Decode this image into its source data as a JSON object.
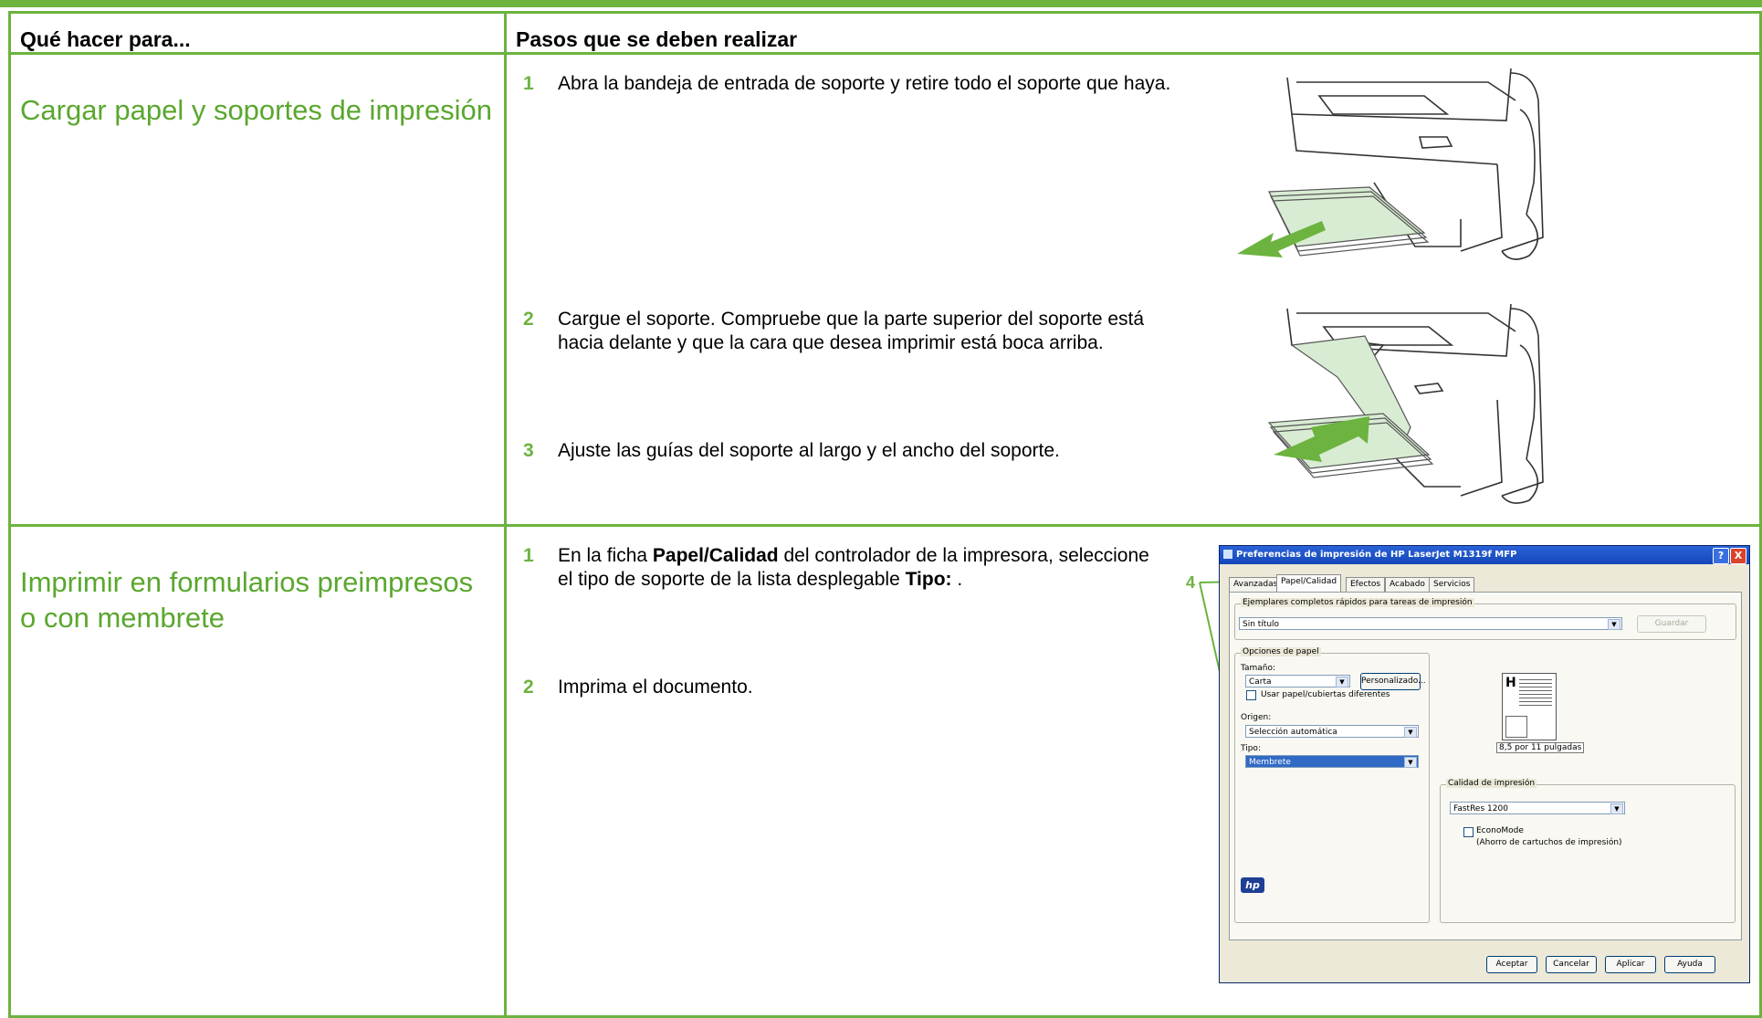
{
  "header": {
    "col1": "Qué hacer para...",
    "col2": "Pasos que se deben realizar"
  },
  "rows": [
    {
      "task": "Cargar papel y soportes de impresión",
      "steps": [
        {
          "num": "1",
          "text": "Abra la bandeja de entrada de soporte y retire todo el soporte que haya."
        },
        {
          "num": "2",
          "text": "Cargue el soporte. Compruebe que la parte superior del soporte está hacia delante y que la cara que desea imprimir está boca arriba."
        },
        {
          "num": "3",
          "text": "Ajuste las guías del soporte al largo y el ancho del soporte."
        }
      ]
    },
    {
      "task": "Imprimir en formularios preimpresos o con membrete",
      "steps": [
        {
          "num": "1",
          "text_before": "En la ficha ",
          "bold1": "Papel/Calidad",
          "text_mid": " del controlador de la impresora, seleccione el tipo de soporte de la lista desplegable ",
          "bold2": "Tipo:",
          "text_after": " ."
        },
        {
          "num": "2",
          "text": "Imprima el documento."
        }
      ]
    }
  ],
  "callout": "4",
  "dialog": {
    "title": "Preferencias de impresión de HP LaserJet M1319f MFP",
    "help_btn": "?",
    "close_btn": "X",
    "tabs": [
      "Avanzadas",
      "Papel/Calidad",
      "Efectos",
      "Acabado",
      "Servicios"
    ],
    "quick_sets_legend": "Ejemplares completos rápidos para tareas de impresión",
    "quick_sets_value": "Sin título",
    "save_btn": "Guardar",
    "paper_legend": "Opciones de papel",
    "size_label": "Tamaño:",
    "size_value": "Carta",
    "custom_btn": "Personalizado...",
    "diff_paper": "Usar papel/cubiertas diferentes",
    "source_label": "Origen:",
    "source_value": "Selección automática",
    "type_label": "Tipo:",
    "type_value": "Membrete",
    "preview_caption": "8,5 por 11 pulgadas",
    "quality_legend": "Calidad de impresión",
    "quality_value": "FastRes 1200",
    "economode": "EconoMode",
    "economode_note": "(Ahorro de cartuchos de impresión)",
    "buttons": [
      "Aceptar",
      "Cancelar",
      "Aplicar",
      "Ayuda"
    ]
  }
}
